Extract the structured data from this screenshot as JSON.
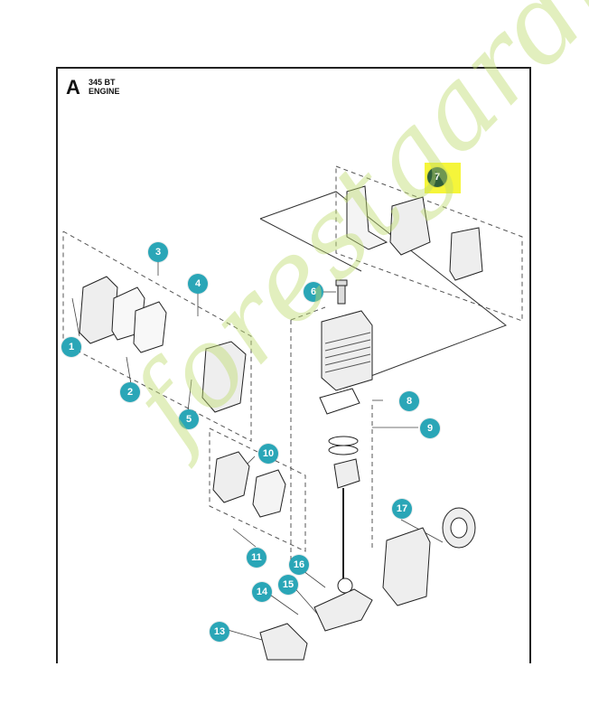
{
  "header": {
    "section_letter": "A",
    "model": "345 BT",
    "section_name": "ENGINE"
  },
  "callouts": [
    {
      "number": "1"
    },
    {
      "number": "2"
    },
    {
      "number": "3"
    },
    {
      "number": "4"
    },
    {
      "number": "5"
    },
    {
      "number": "6"
    },
    {
      "number": "7"
    },
    {
      "number": "8"
    },
    {
      "number": "9"
    },
    {
      "number": "10"
    },
    {
      "number": "11"
    },
    {
      "number": "13"
    },
    {
      "number": "14"
    },
    {
      "number": "15"
    },
    {
      "number": "16"
    },
    {
      "number": "17"
    }
  ],
  "highlighted_part": "7",
  "watermark": {
    "text": "forestgardin.com"
  },
  "colors": {
    "callout": "#2aa6b7",
    "highlight": "#f5f53a",
    "highlighted_callout": "#2f5f3a",
    "watermark": "#bedc6e"
  }
}
